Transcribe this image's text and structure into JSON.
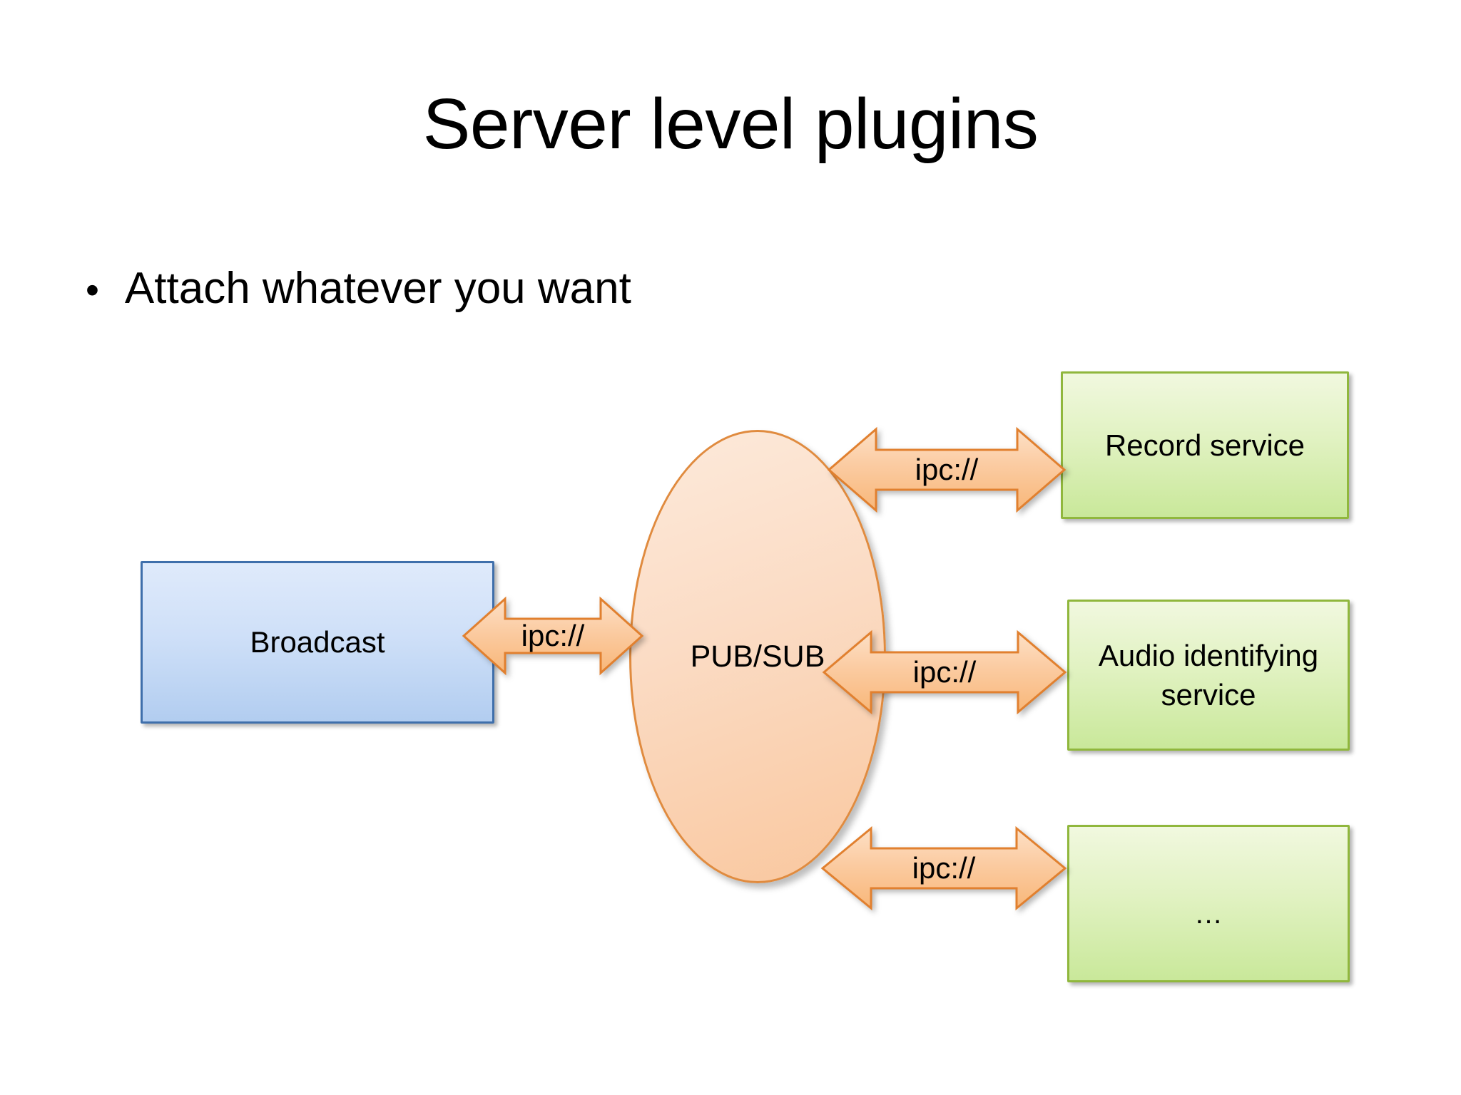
{
  "slide": {
    "title": "Server level plugins",
    "background_color": "#ffffff"
  },
  "body": {
    "bullets": [
      {
        "marker": "•",
        "text": "Attach whatever you want"
      }
    ]
  },
  "diagram": {
    "hub": {
      "label": "PUB/SUB",
      "shape": "ellipse",
      "fill_top": "#fdeadb",
      "fill_bottom": "#f9c79e",
      "border_color": "#e08b3f"
    },
    "nodes": [
      {
        "id": "broadcast",
        "label": "Broadcast",
        "shape": "rectangle",
        "fill_top": "#dfeafb",
        "fill_bottom": "#b2cdf0",
        "border_color": "#3f6fab"
      },
      {
        "id": "record-service",
        "label": "Record service",
        "shape": "rectangle",
        "fill_top": "#f1f8df",
        "fill_bottom": "#c9e89a",
        "border_color": "#90b73d"
      },
      {
        "id": "audio-identifying-service",
        "label": "Audio identifying service",
        "shape": "rectangle",
        "fill_top": "#f1f8df",
        "fill_bottom": "#c9e89a",
        "border_color": "#90b73d"
      },
      {
        "id": "other-service",
        "label": "…",
        "shape": "rectangle",
        "fill_top": "#f1f8df",
        "fill_bottom": "#c9e89a",
        "border_color": "#90b73d"
      }
    ],
    "connectors": [
      {
        "id": "broadcast-to-hub",
        "label": "ipc://",
        "style": "double-arrow",
        "fill": "#fbc48f",
        "border_color": "#e1802f"
      },
      {
        "id": "hub-to-record",
        "label": "ipc://",
        "style": "double-arrow",
        "fill": "#fbc48f",
        "border_color": "#e1802f"
      },
      {
        "id": "hub-to-audio",
        "label": "ipc://",
        "style": "double-arrow",
        "fill": "#fbc48f",
        "border_color": "#e1802f"
      },
      {
        "id": "hub-to-other",
        "label": "ipc://",
        "style": "double-arrow",
        "fill": "#fbc48f",
        "border_color": "#e1802f"
      }
    ]
  }
}
